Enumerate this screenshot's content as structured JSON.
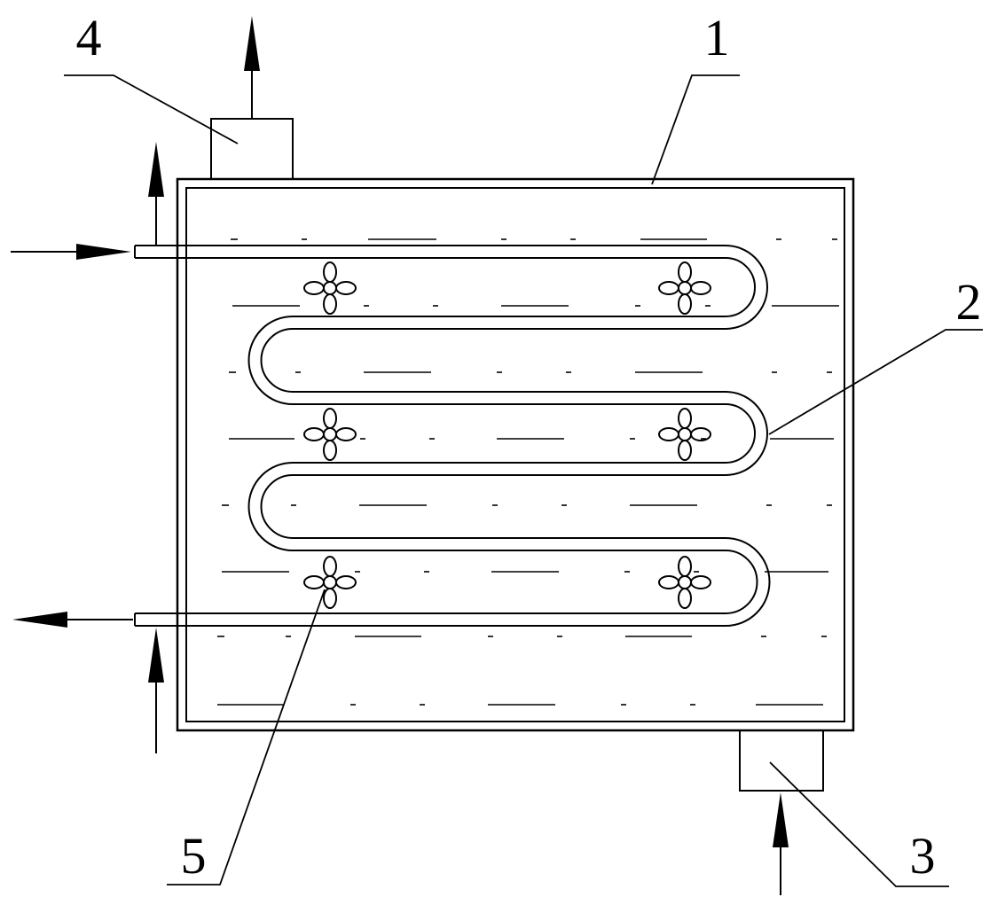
{
  "diagram": {
    "labels": {
      "tank": "1",
      "coil_pipe": "2",
      "inlet_port": "3",
      "outlet_port": "4",
      "stirrer": "5"
    },
    "colors": {
      "stroke": "#000000",
      "background": "#ffffff"
    },
    "coil_passes": 6,
    "stirrer_count": 6
  }
}
